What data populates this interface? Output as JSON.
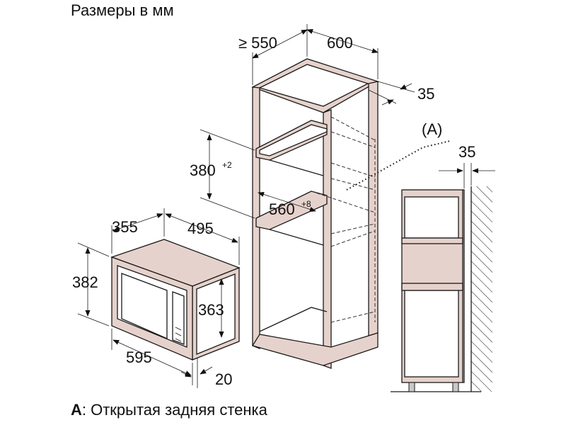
{
  "title": "Размеры в мм",
  "legend": {
    "key": "A",
    "text": ": Открытая задняя стенка"
  },
  "dimensions": {
    "depth_min": "≥ 550",
    "cabinet_width": "600",
    "rear_gap": "35",
    "niche_height": "380",
    "niche_height_tol": "+2",
    "niche_width": "560",
    "niche_width_tol": "+8",
    "microwave_depth": "355",
    "microwave_body_width": "495",
    "microwave_height": "382",
    "microwave_body_height": "363",
    "microwave_width": "595",
    "frame_depth": "20",
    "wall_gap": "35"
  },
  "callout": "(A)"
}
